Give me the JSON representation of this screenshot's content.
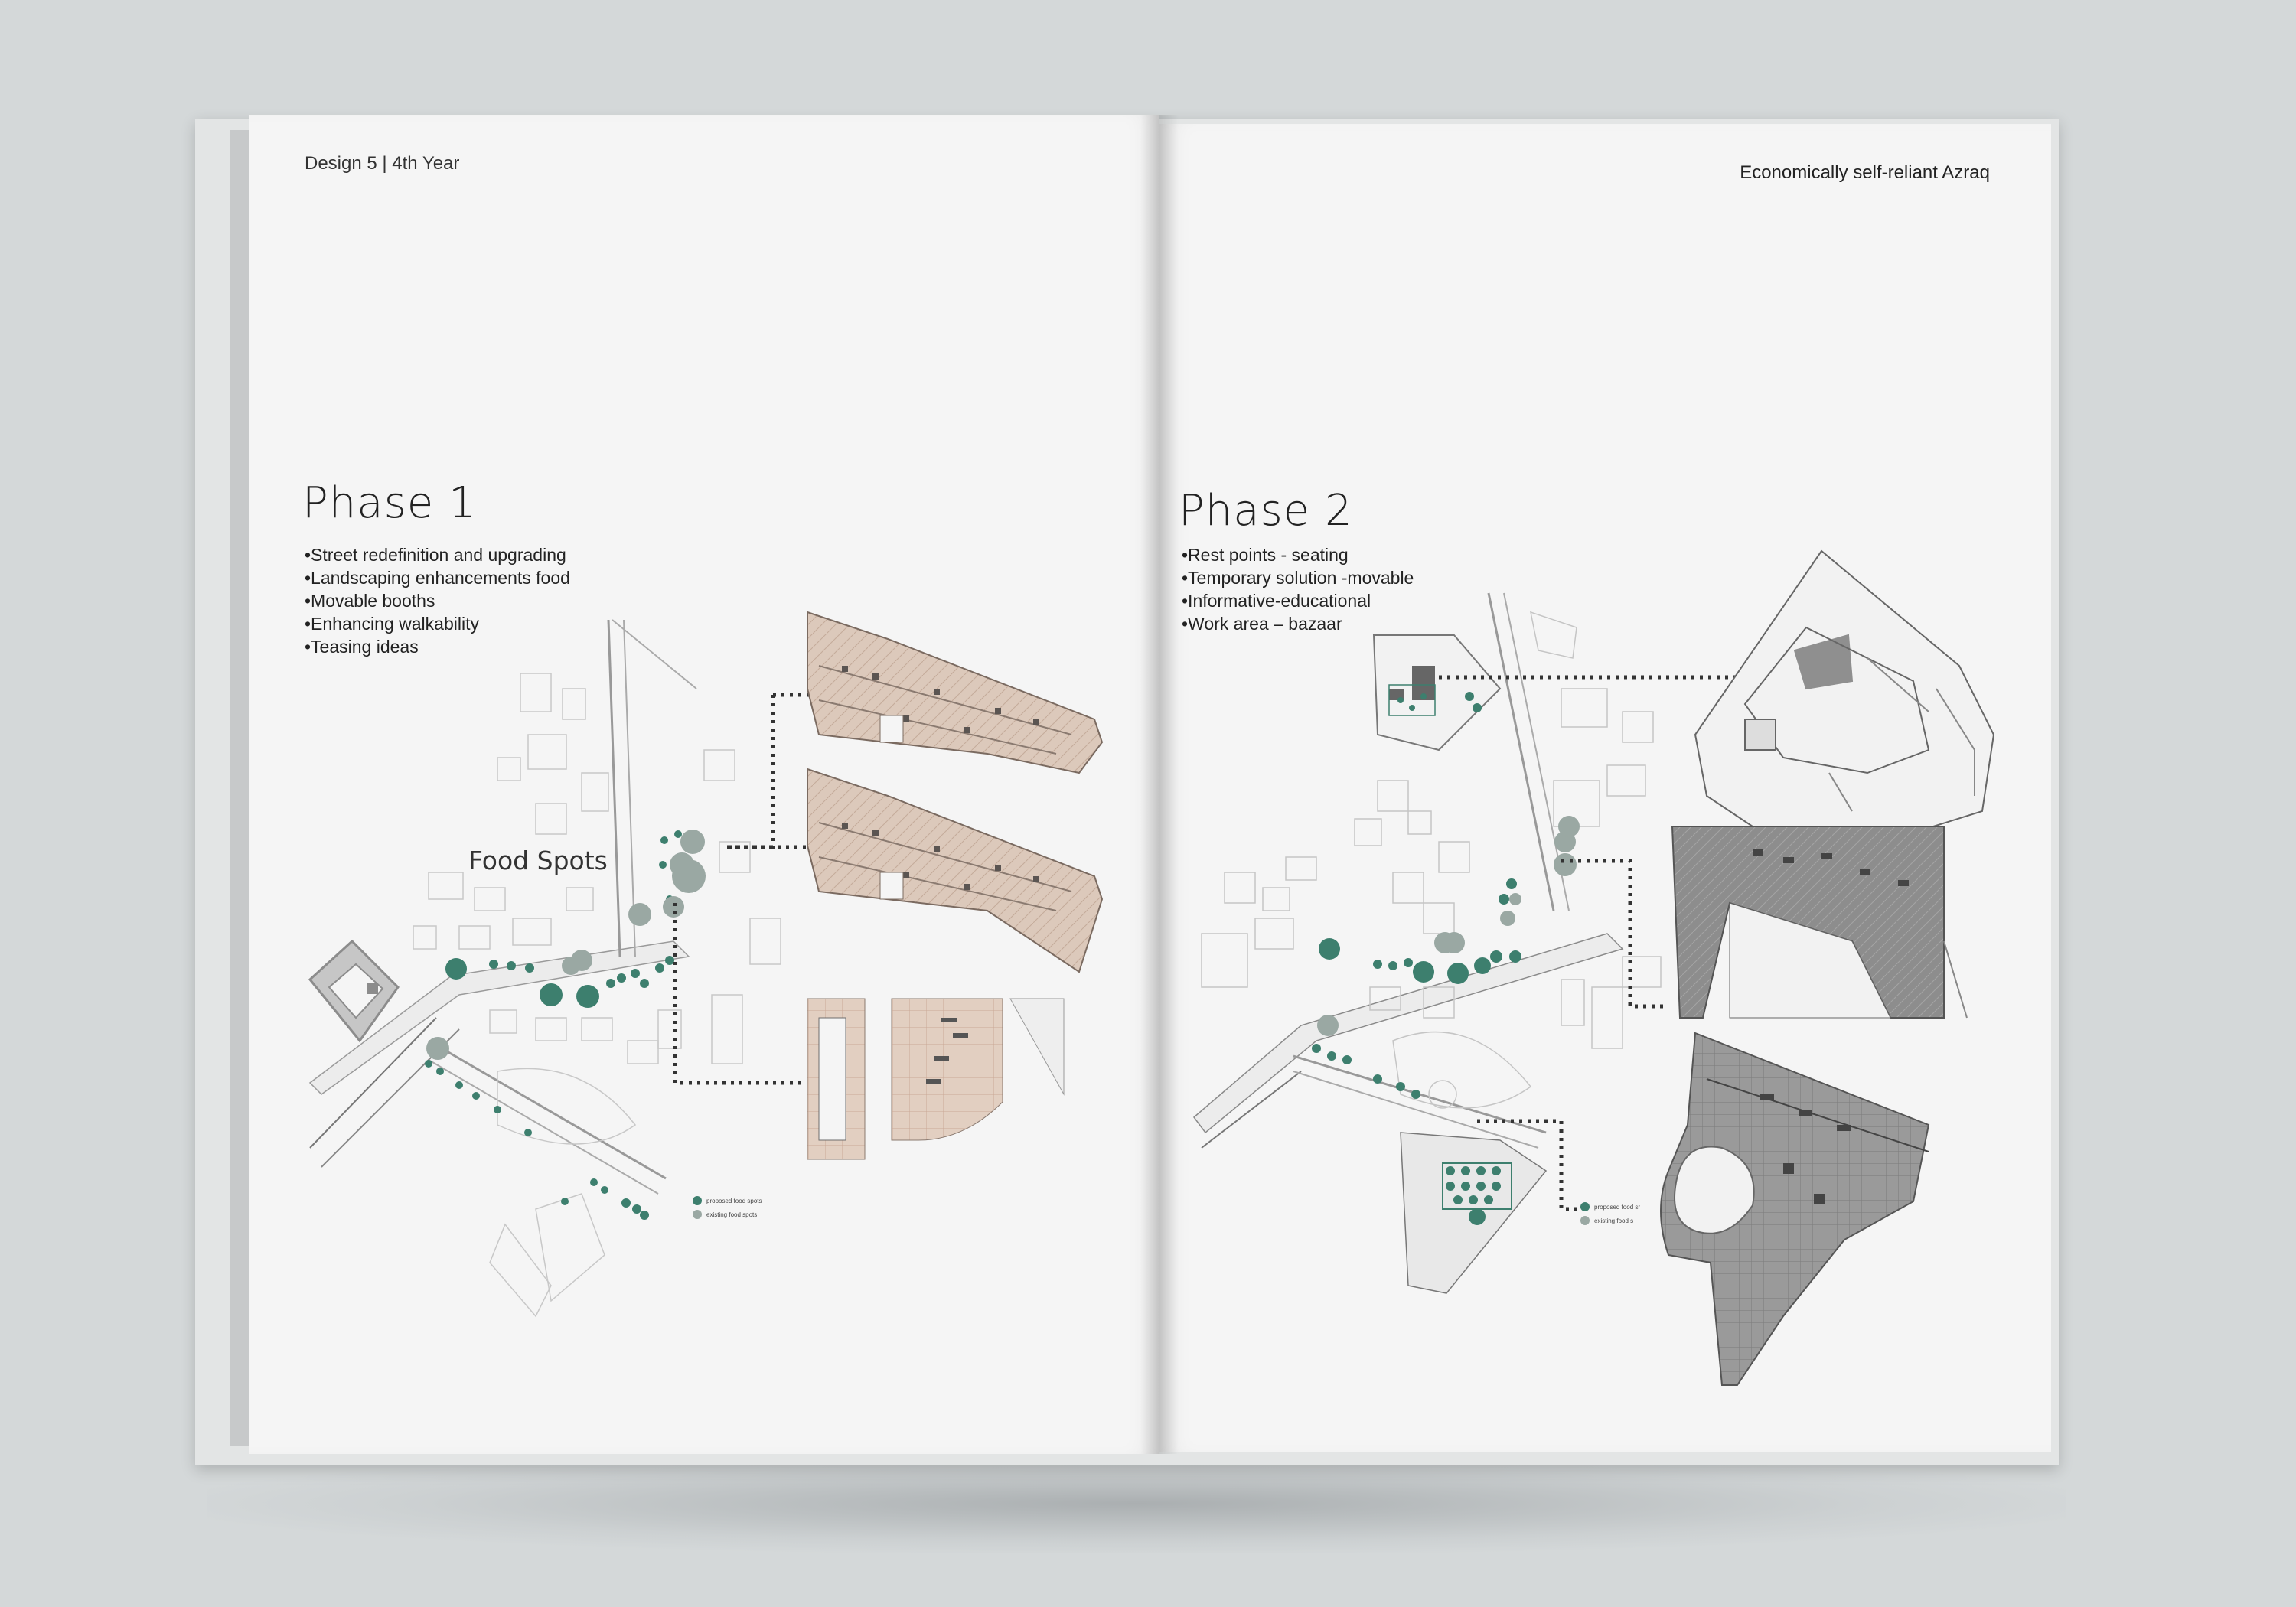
{
  "book": {
    "left_header": "Design 5 | 4th Year",
    "right_header": "Economically self-reliant Azraq"
  },
  "phase1": {
    "title": "Phase 1",
    "bullets": [
      "•Street redefinition and upgrading",
      "•Landscaping enhancements food",
      "•Movable booths",
      "•Enhancing walkability",
      "•Teasing ideas"
    ],
    "map_label": "Food Spots",
    "legend": [
      {
        "label": "proposed food spots",
        "color": "#3d7f6e"
      },
      {
        "label": "existing food spots",
        "color": "#9aa8a3"
      }
    ]
  },
  "phase2": {
    "title": "Phase 2",
    "bullets": [
      "•Rest points - seating",
      "•Temporary solution -movable",
      "•Informative-educational",
      "•Work area – bazaar"
    ],
    "legend": [
      {
        "label": "proposed food sr",
        "color": "#3d7f6e"
      },
      {
        "label": "existing food s",
        "color": "#9aa8a3"
      }
    ]
  },
  "colors": {
    "accent_green": "#3d7f6e",
    "existing_grey": "#9aa8a3",
    "plan_beige": "#dcc9bb",
    "plan_grey": "#8e8e8e"
  }
}
